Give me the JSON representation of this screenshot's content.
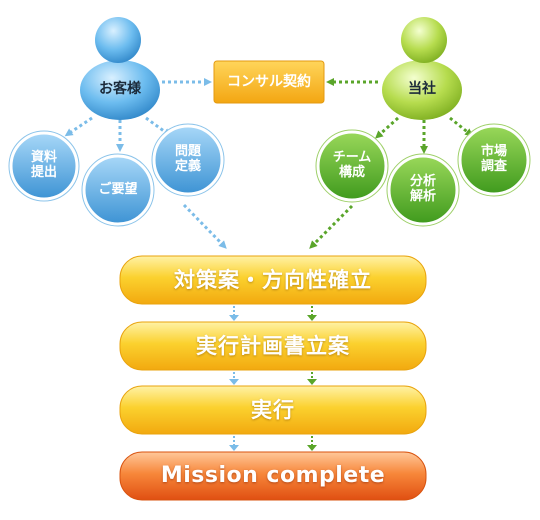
{
  "client": {
    "label": "お客様"
  },
  "company": {
    "label": "当社"
  },
  "contract": {
    "label": "コンサル契約"
  },
  "client_items": [
    {
      "label": "資料\n提出"
    },
    {
      "label": "ご要望"
    },
    {
      "label": "問題\n定義"
    }
  ],
  "company_items": [
    {
      "label": "チーム\n構成"
    },
    {
      "label": "分析\n解析"
    },
    {
      "label": "市場\n調査"
    }
  ],
  "steps": [
    {
      "label": "対策案・方向性確立"
    },
    {
      "label": "実行計画書立案"
    },
    {
      "label": "実行"
    },
    {
      "label": "Mission complete"
    }
  ],
  "colors": {
    "client_blue": "#5aaee6",
    "company_green": "#8cc63f",
    "contract_orange": "#f6b418",
    "step_yellow": "#f8c21a",
    "final_orange": "#ee6a1e"
  }
}
